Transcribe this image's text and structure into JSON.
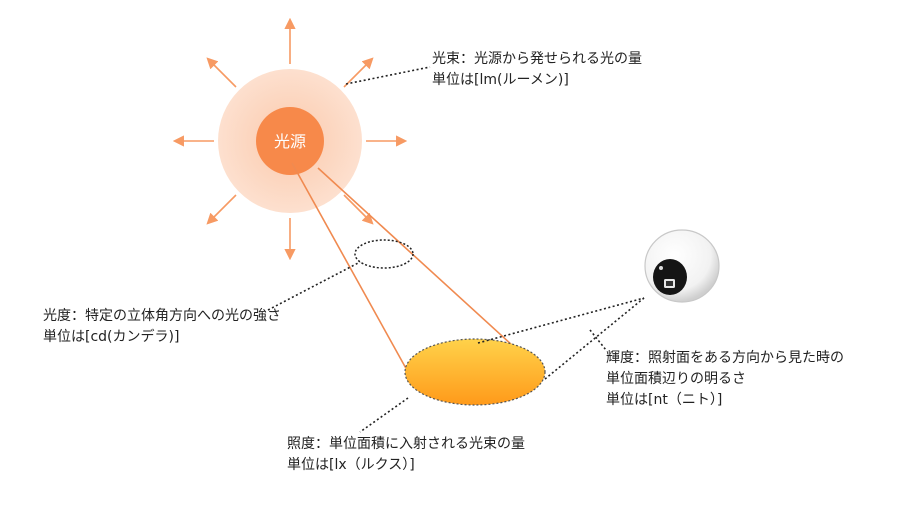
{
  "light_source": {
    "label": "光源"
  },
  "annotations": {
    "luminous_flux": {
      "line1": "光束：光源から発せられる光の量",
      "line2": "単位は[lm(ルーメン)]"
    },
    "luminous_intensity": {
      "line1": "光度：特定の立体角方向への光の強さ",
      "line2": "単位は[cd(カンデラ)]"
    },
    "luminance": {
      "line1": "輝度：照射面をある方向から見た時の",
      "line2": "単位面積辺りの明るさ",
      "line3": "単位は[nt（ニト）]"
    },
    "illuminance": {
      "line1": "照度：単位面積に入射される光束の量",
      "line2": "単位は[lx（ルクス）]"
    }
  },
  "colors": {
    "source_core": "#f7894a",
    "source_glow": "#fcd9c4",
    "rays": "#f79a63",
    "beam": "#f08a50",
    "illuminated_area_top": "#ffd24a",
    "illuminated_area_bottom": "#ff9a1a"
  },
  "icons": {
    "observer": "eye-icon"
  }
}
